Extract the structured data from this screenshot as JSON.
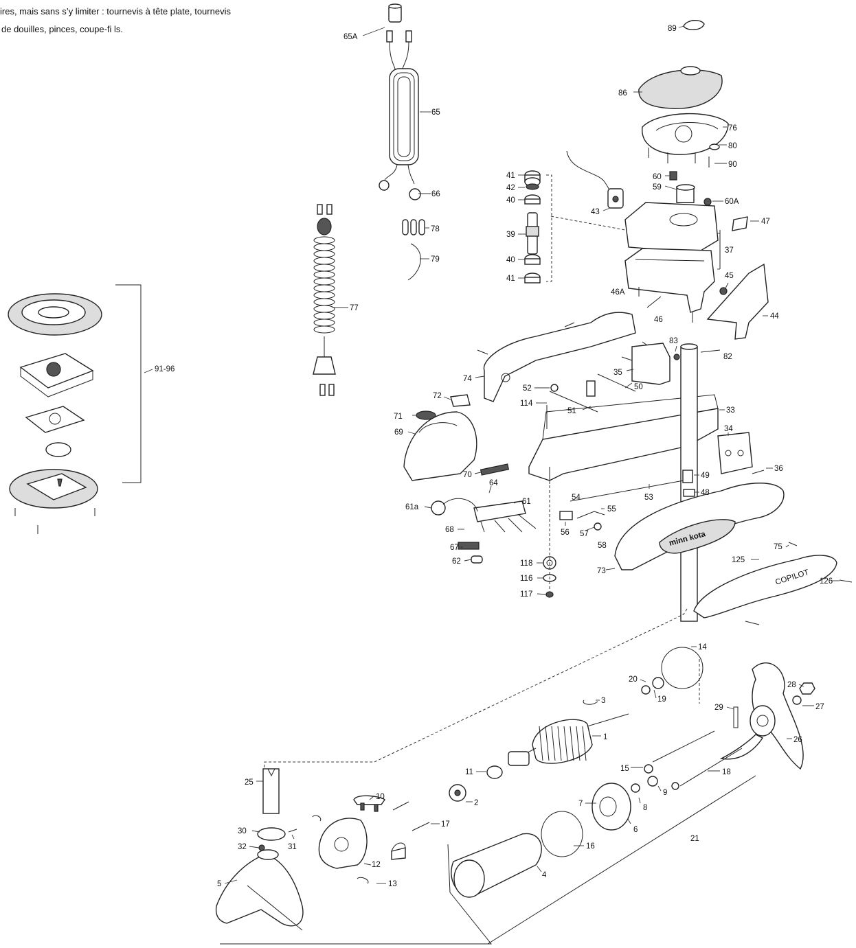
{
  "intro_text": {
    "line1": "ires, mais sans s’y limiter : tournevis à tête plate, tournevis",
    "line2": "de douilles, pinces, coupe-fi ls."
  },
  "callouts": [
    {
      "id": "65A",
      "text": "65A"
    },
    {
      "id": "65",
      "text": "65"
    },
    {
      "id": "66",
      "text": "66"
    },
    {
      "id": "78",
      "text": "78"
    },
    {
      "id": "79",
      "text": "79"
    },
    {
      "id": "77",
      "text": "77"
    },
    {
      "id": "89",
      "text": "89"
    },
    {
      "id": "86",
      "text": "86"
    },
    {
      "id": "76",
      "text": "76"
    },
    {
      "id": "80",
      "text": "80"
    },
    {
      "id": "90",
      "text": "90"
    },
    {
      "id": "60",
      "text": "60"
    },
    {
      "id": "59",
      "text": "59"
    },
    {
      "id": "60A",
      "text": "60A"
    },
    {
      "id": "47",
      "text": "47"
    },
    {
      "id": "43",
      "text": "43"
    },
    {
      "id": "41a",
      "text": "41"
    },
    {
      "id": "42",
      "text": "42"
    },
    {
      "id": "40a",
      "text": "40"
    },
    {
      "id": "39",
      "text": "39"
    },
    {
      "id": "40b",
      "text": "40"
    },
    {
      "id": "41b",
      "text": "41"
    },
    {
      "id": "37",
      "text": "37"
    },
    {
      "id": "45",
      "text": "45"
    },
    {
      "id": "46A",
      "text": "46A"
    },
    {
      "id": "46",
      "text": "46"
    },
    {
      "id": "44",
      "text": "44"
    },
    {
      "id": "83",
      "text": "83"
    },
    {
      "id": "82",
      "text": "82"
    },
    {
      "id": "35",
      "text": "35"
    },
    {
      "id": "74",
      "text": "74"
    },
    {
      "id": "50",
      "text": "50"
    },
    {
      "id": "52",
      "text": "52"
    },
    {
      "id": "72",
      "text": "72"
    },
    {
      "id": "114",
      "text": "114"
    },
    {
      "id": "51",
      "text": "51"
    },
    {
      "id": "33",
      "text": "33"
    },
    {
      "id": "71",
      "text": "71"
    },
    {
      "id": "69",
      "text": "69"
    },
    {
      "id": "34",
      "text": "34"
    },
    {
      "id": "36",
      "text": "36"
    },
    {
      "id": "70",
      "text": "70"
    },
    {
      "id": "64",
      "text": "64"
    },
    {
      "id": "49",
      "text": "49"
    },
    {
      "id": "61",
      "text": "61"
    },
    {
      "id": "61a",
      "text": "61a"
    },
    {
      "id": "54",
      "text": "54"
    },
    {
      "id": "53",
      "text": "53"
    },
    {
      "id": "48",
      "text": "48"
    },
    {
      "id": "55",
      "text": "55"
    },
    {
      "id": "68",
      "text": "68"
    },
    {
      "id": "56",
      "text": "56"
    },
    {
      "id": "57",
      "text": "57"
    },
    {
      "id": "58",
      "text": "58"
    },
    {
      "id": "67",
      "text": "67"
    },
    {
      "id": "75",
      "text": "75"
    },
    {
      "id": "62",
      "text": "62"
    },
    {
      "id": "118",
      "text": "118"
    },
    {
      "id": "125",
      "text": "125"
    },
    {
      "id": "73",
      "text": "73"
    },
    {
      "id": "116",
      "text": "116"
    },
    {
      "id": "126",
      "text": "126"
    },
    {
      "id": "117",
      "text": "117"
    },
    {
      "id": "91-96",
      "text": "91-96"
    },
    {
      "id": "14",
      "text": "14"
    },
    {
      "id": "20",
      "text": "20"
    },
    {
      "id": "19",
      "text": "19"
    },
    {
      "id": "28",
      "text": "28"
    },
    {
      "id": "27",
      "text": "27"
    },
    {
      "id": "3",
      "text": "3"
    },
    {
      "id": "29",
      "text": "29"
    },
    {
      "id": "1",
      "text": "1"
    },
    {
      "id": "26",
      "text": "26"
    },
    {
      "id": "11",
      "text": "11"
    },
    {
      "id": "15",
      "text": "15"
    },
    {
      "id": "18",
      "text": "18"
    },
    {
      "id": "25",
      "text": "25"
    },
    {
      "id": "9",
      "text": "9"
    },
    {
      "id": "10",
      "text": "10"
    },
    {
      "id": "2",
      "text": "2"
    },
    {
      "id": "7",
      "text": "7"
    },
    {
      "id": "8",
      "text": "8"
    },
    {
      "id": "17",
      "text": "17"
    },
    {
      "id": "30",
      "text": "30"
    },
    {
      "id": "31",
      "text": "31"
    },
    {
      "id": "6",
      "text": "6"
    },
    {
      "id": "21",
      "text": "21"
    },
    {
      "id": "32",
      "text": "32"
    },
    {
      "id": "16",
      "text": "16"
    },
    {
      "id": "12",
      "text": "12"
    },
    {
      "id": "5",
      "text": "5"
    },
    {
      "id": "13",
      "text": "13"
    },
    {
      "id": "4",
      "text": "4"
    }
  ],
  "decals": {
    "brand": "minn kota",
    "copilot": "COPILOT"
  }
}
